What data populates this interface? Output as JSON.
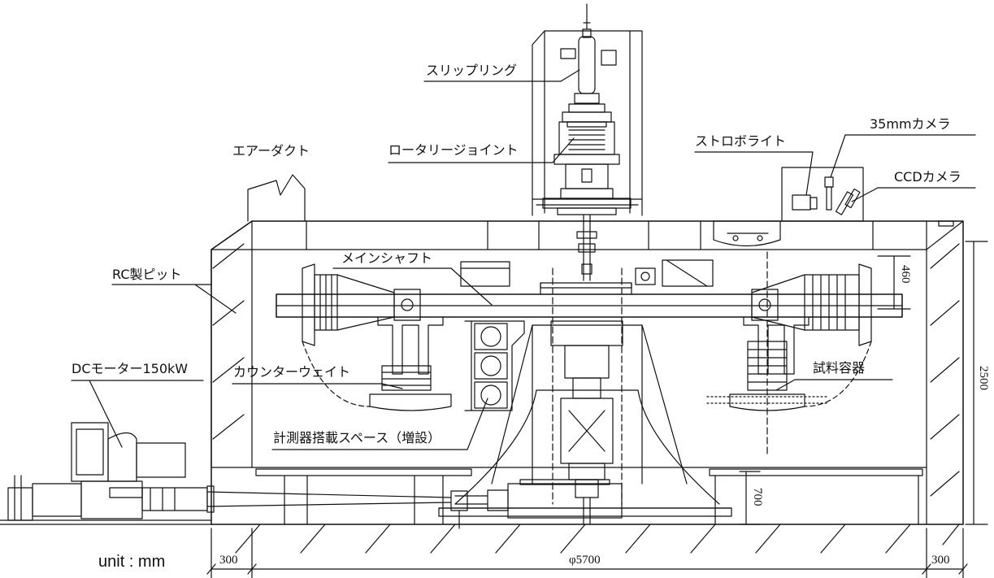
{
  "labels": {
    "slip_ring": "スリップリング",
    "rotary_joint": "ロータリージョイント",
    "air_duct": "エアーダクト",
    "strobe_light": "ストロボライト",
    "camera_35mm": "35mmカメラ",
    "ccd_camera": "CCDカメラ",
    "main_shaft": "メインシャフト",
    "rc_pit": "RC製ピット",
    "dc_motor": "DCモーター150kW",
    "counterweight": "カウンターウェイト",
    "sample_container": "試料容器",
    "instrument_space": "計測器搭載スペース（増設）"
  },
  "dimensions": {
    "d460": "460",
    "d2500": "2500",
    "d700": "700",
    "d300_left": "300",
    "d300_right": "300",
    "diameter": "φ5700"
  },
  "unit_text": "unit : mm",
  "colors": {
    "line": "#111111",
    "background": "#ffffff"
  }
}
